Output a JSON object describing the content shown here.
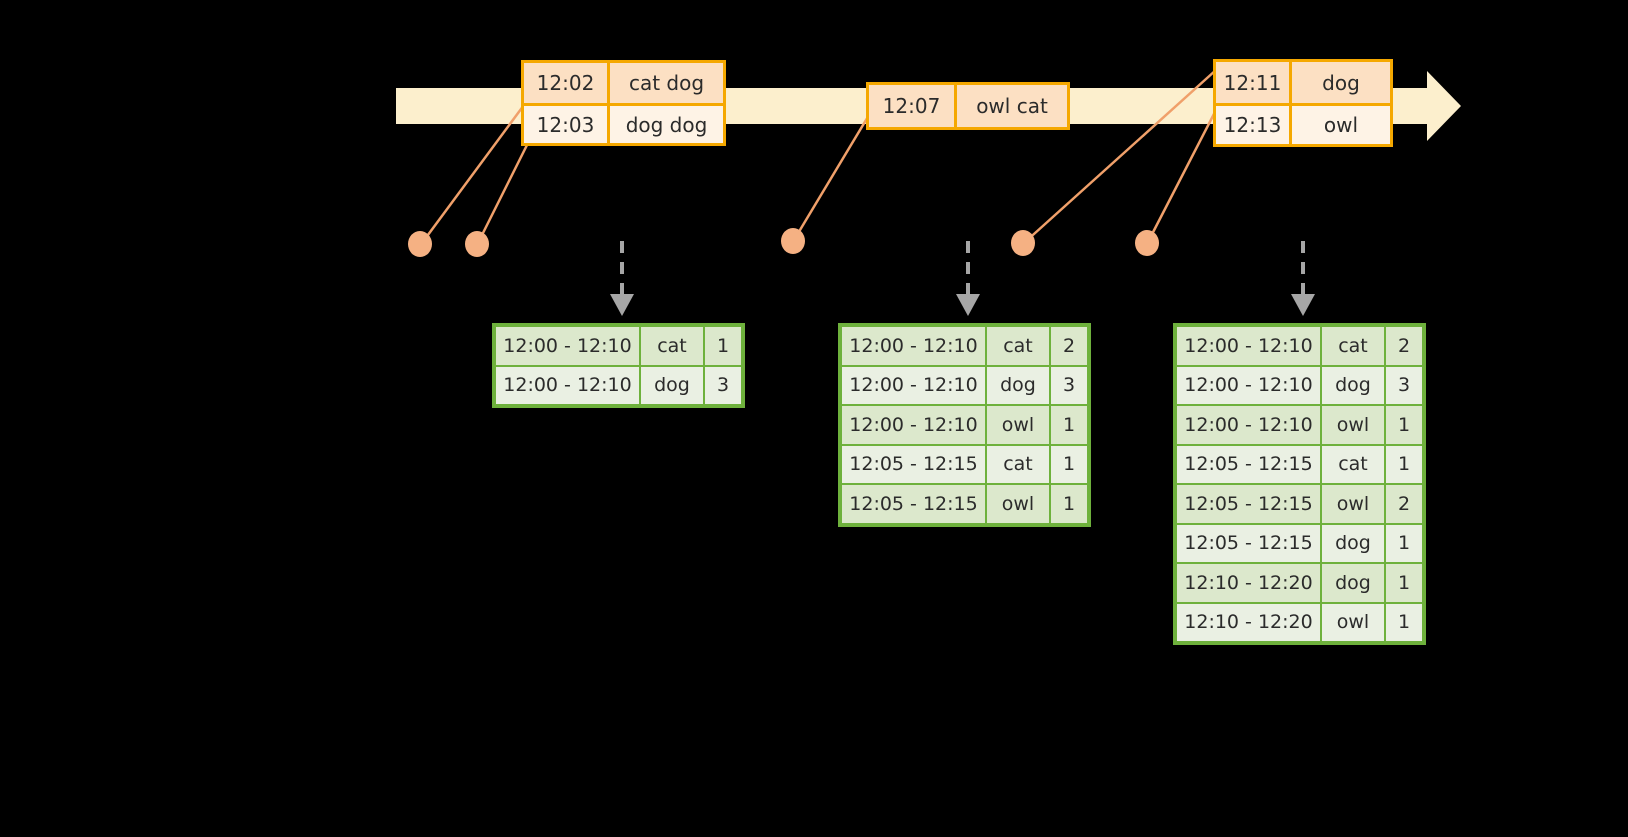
{
  "colors": {
    "background": "#000000",
    "timeline_band": "#FCEFCD",
    "event_border": "#F5A800",
    "event_fill_a": "#FCE0C3",
    "event_fill_b": "#FEF3E6",
    "dot": "#F5B183",
    "connector": "#F0A06A",
    "table_border": "#6EB13C",
    "table_fill_a": "#DCE8CC",
    "table_fill_b": "#EAF0E3",
    "arrow_gray": "#A6A6A6"
  },
  "timeline": {
    "name": "event-stream-timeline",
    "direction": "left-to-right"
  },
  "events": [
    {
      "id": "event-group-1",
      "rows": [
        {
          "time": "12:02",
          "payload": "cat dog"
        },
        {
          "time": "12:03",
          "payload": "dog dog"
        }
      ]
    },
    {
      "id": "event-group-2",
      "rows": [
        {
          "time": "12:07",
          "payload": "owl cat"
        }
      ]
    },
    {
      "id": "event-group-3",
      "rows": [
        {
          "time": "12:11",
          "payload": "dog"
        },
        {
          "time": "12:13",
          "payload": "owl"
        }
      ]
    }
  ],
  "dots": [
    {
      "name": "timeline-dot-1"
    },
    {
      "name": "timeline-dot-2"
    },
    {
      "name": "timeline-dot-3"
    },
    {
      "name": "timeline-dot-4"
    },
    {
      "name": "timeline-dot-5"
    }
  ],
  "tables": [
    {
      "id": "aggregate-table-1",
      "rows": [
        {
          "window": "12:00 - 12:10",
          "key": "cat",
          "count": "1"
        },
        {
          "window": "12:00 - 12:10",
          "key": "dog",
          "count": "3"
        }
      ]
    },
    {
      "id": "aggregate-table-2",
      "rows": [
        {
          "window": "12:00 - 12:10",
          "key": "cat",
          "count": "2"
        },
        {
          "window": "12:00 - 12:10",
          "key": "dog",
          "count": "3"
        },
        {
          "window": "12:00 - 12:10",
          "key": "owl",
          "count": "1"
        },
        {
          "window": "12:05 - 12:15",
          "key": "cat",
          "count": "1"
        },
        {
          "window": "12:05 - 12:15",
          "key": "owl",
          "count": "1"
        }
      ]
    },
    {
      "id": "aggregate-table-3",
      "rows": [
        {
          "window": "12:00 - 12:10",
          "key": "cat",
          "count": "2"
        },
        {
          "window": "12:00 - 12:10",
          "key": "dog",
          "count": "3"
        },
        {
          "window": "12:00 - 12:10",
          "key": "owl",
          "count": "1"
        },
        {
          "window": "12:05 - 12:15",
          "key": "cat",
          "count": "1"
        },
        {
          "window": "12:05 - 12:15",
          "key": "owl",
          "count": "2"
        },
        {
          "window": "12:05 - 12:15",
          "key": "dog",
          "count": "1"
        },
        {
          "window": "12:10 - 12:20",
          "key": "dog",
          "count": "1"
        },
        {
          "window": "12:10 - 12:20",
          "key": "owl",
          "count": "1"
        }
      ]
    }
  ]
}
